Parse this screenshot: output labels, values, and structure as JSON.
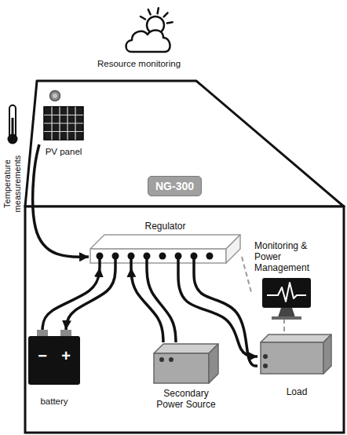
{
  "diagram": {
    "nodes": [
      {
        "text": [
          "Resource monitoring"
        ]
      },
      {
        "text": [
          "PV panel"
        ]
      },
      {
        "text": [
          "Temperature measurements"
        ]
      },
      {
        "text": [
          "NG-300"
        ]
      },
      {
        "text": [
          "Regulator"
        ]
      },
      {
        "text": [
          "Monitoring & Power Management"
        ]
      },
      {
        "text": [
          "−",
          "+",
          "battery"
        ]
      },
      {
        "text": [
          "Secondary Power Source"
        ]
      },
      {
        "text": [
          "Load"
        ]
      }
    ],
    "edges": [
      {
        "from": 1,
        "to": 4,
        "arrow": "to"
      },
      {
        "from": 6,
        "to": 4,
        "arrow": "to"
      },
      {
        "from": 4,
        "to": 6,
        "arrow": "to"
      },
      {
        "from": 7,
        "to": 4,
        "arrow": "to"
      },
      {
        "from": 7,
        "to": 4,
        "arrow": "none"
      },
      {
        "from": 4,
        "to": 8,
        "arrow": "to"
      },
      {
        "from": 4,
        "to": 8,
        "arrow": "none"
      },
      {
        "from": 4,
        "to": 5,
        "arrow": "none"
      },
      {
        "from": 5,
        "to": 8,
        "arrow": "none"
      }
    ]
  }
}
